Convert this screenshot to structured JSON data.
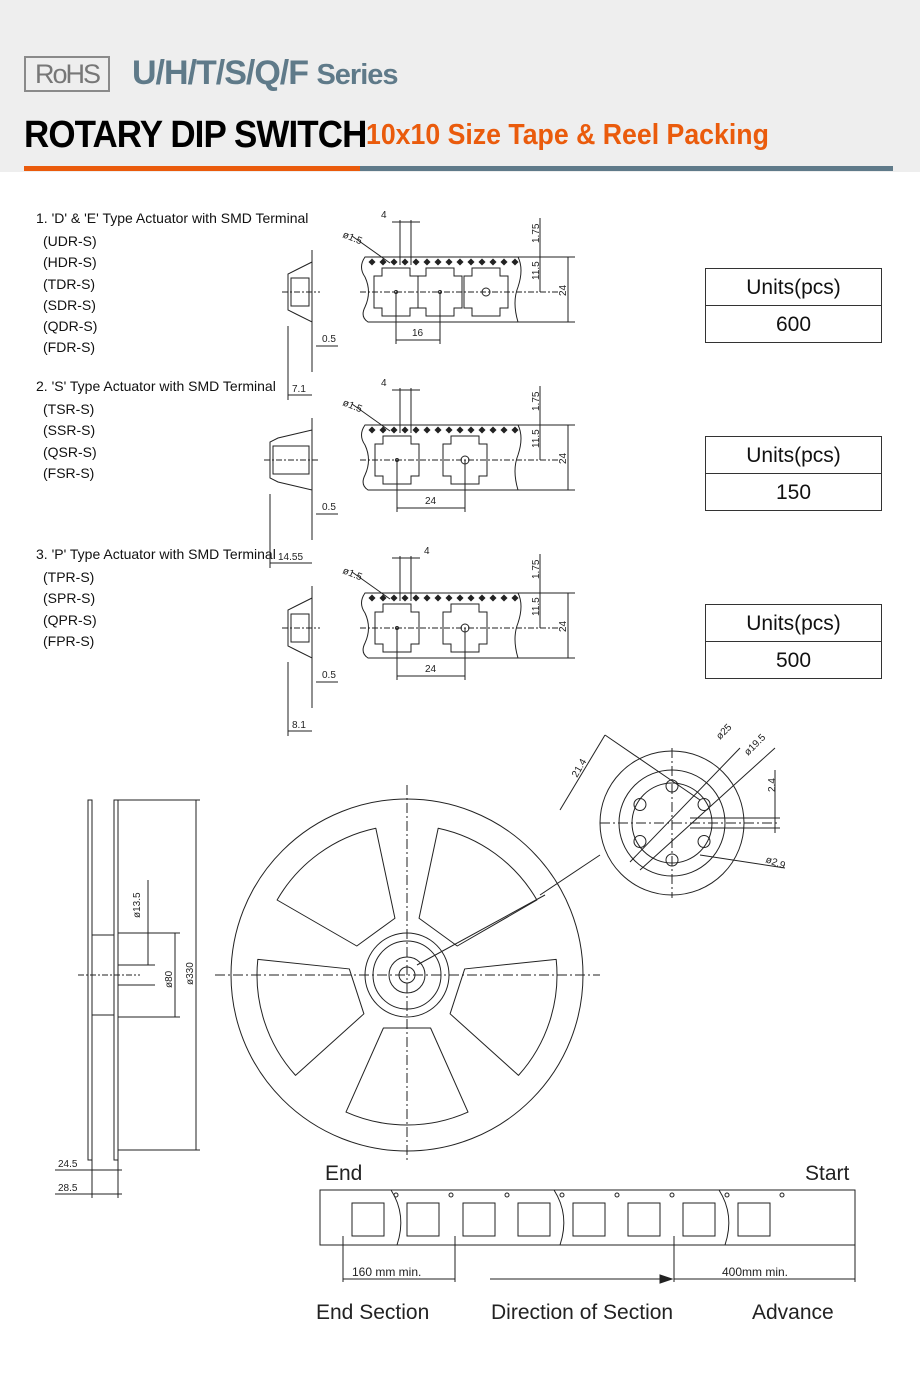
{
  "header": {
    "logo": "RoHS",
    "series": "U/H/T/S/Q/F",
    "series_suffix": "Series",
    "title": "ROTARY DIP SWITCH",
    "subtitle": "10x10 Size Tape & Reel Packing",
    "colors": {
      "orange": "#ea5b0c",
      "slate": "#5f7a89"
    }
  },
  "sections": [
    {
      "title": "1. 'D' & 'E' Type Actuator with SMD Terminal",
      "models": [
        "(UDR-S)",
        "(HDR-S)",
        "(TDR-S)",
        "(SDR-S)",
        "(QDR-S)",
        "(FDR-S)"
      ],
      "units_label": "Units(pcs)",
      "units": "600",
      "dims": {
        "pitch_hole": "4",
        "hole": "ø1.5",
        "edge": "1.75",
        "center": "11.5",
        "width": "24",
        "pitch": "16",
        "thick": "0.5",
        "height": "7.1"
      }
    },
    {
      "title": "2. 'S' Type Actuator with SMD Terminal",
      "models": [
        "(TSR-S)",
        "(SSR-S)",
        "(QSR-S)",
        "(FSR-S)"
      ],
      "units_label": "Units(pcs)",
      "units": "150",
      "dims": {
        "pitch_hole": "4",
        "hole": "ø1.5",
        "edge": "1.75",
        "center": "11.5",
        "width": "24",
        "pitch": "24",
        "thick": "0.5",
        "height": "14.55"
      }
    },
    {
      "title": "3. 'P' Type Actuator with SMD Terminal",
      "models": [
        "(TPR-S)",
        "(SPR-S)",
        "(QPR-S)",
        "(FPR-S)"
      ],
      "units_label": "Units(pcs)",
      "units": "500",
      "dims": {
        "pitch_hole": "4",
        "hole": "ø1.5",
        "edge": "1.75",
        "center": "11.5",
        "width": "24",
        "pitch": "24",
        "thick": "0.5",
        "height": "8.1"
      }
    }
  ],
  "reel": {
    "hub_dia": "ø13.5",
    "inner_dia": "ø80",
    "outer_dia": "ø330",
    "w1": "24.5",
    "w2": "28.5",
    "detail": {
      "d1": "21.4",
      "d2": "ø25",
      "d3": "ø19.5",
      "d4": "2.4",
      "d5": "ø2.9"
    }
  },
  "leader": {
    "end": "End",
    "start": "Start",
    "end_min": "160 mm min.",
    "adv_min": "400mm min.",
    "end_section": "End Section",
    "direction": "Direction of Section",
    "advance": "Advance"
  }
}
